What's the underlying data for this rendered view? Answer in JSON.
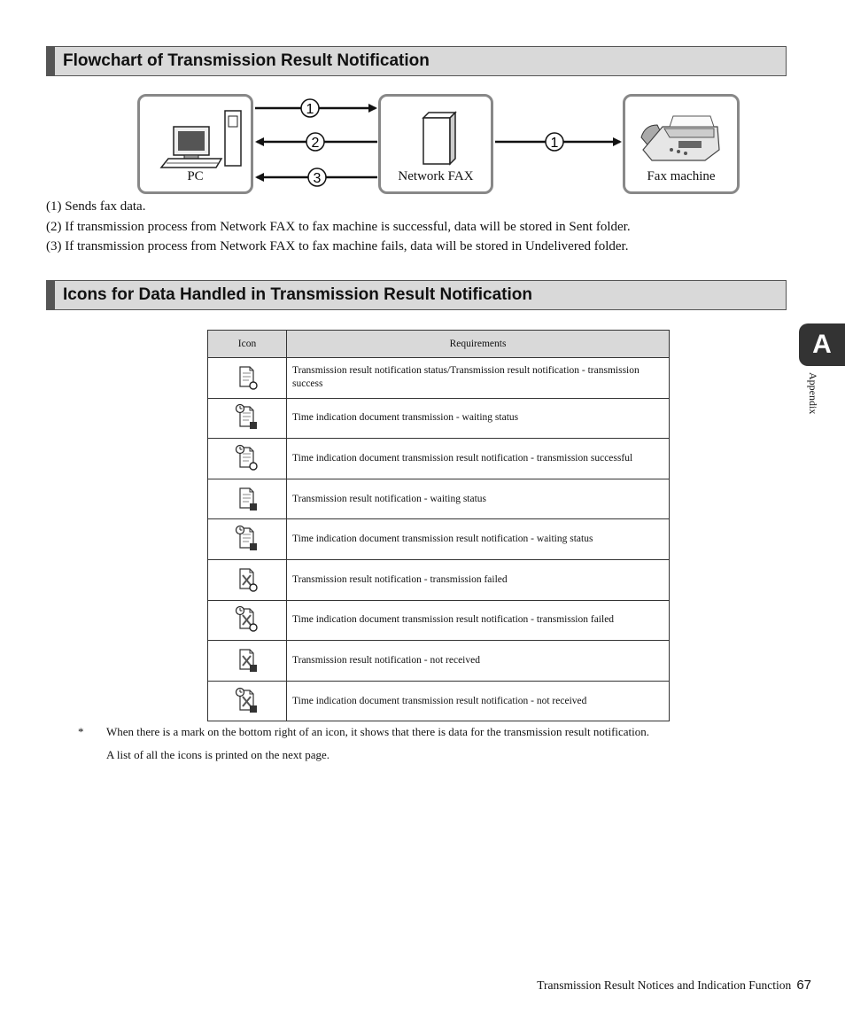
{
  "section1": {
    "title": "Flowchart of Transmission Result Notification"
  },
  "flowchart": {
    "nodes": {
      "pc": "PC",
      "network_fax": "Network FAX",
      "fax_machine": "Fax machine"
    },
    "arrows": {
      "step1": "1",
      "step2": "2",
      "step3": "3",
      "step1b": "1"
    }
  },
  "notes": [
    "(1) Sends fax data.",
    "(2) If transmission process from Network FAX to fax machine is successful, data will be stored in Sent folder.",
    "(3) If transmission process from Network FAX to fax machine fails, data will be stored in Undelivered folder."
  ],
  "section2": {
    "title": "Icons for Data Handled in Transmission Result Notification"
  },
  "table": {
    "headers": {
      "icon": "Icon",
      "requirements": "Requirements"
    },
    "rows": [
      {
        "icon": "doc-success-icon",
        "text": "Transmission result notification status/Transmission result notification - transmission success"
      },
      {
        "icon": "clock-doc-waiting-icon",
        "text": "Time indication document transmission - waiting status"
      },
      {
        "icon": "clock-doc-success-icon",
        "text": "Time indication document transmission result notification - transmission successful"
      },
      {
        "icon": "doc-waiting-icon",
        "text": "Transmission result notification - waiting status"
      },
      {
        "icon": "clock-doc-waiting-result-icon",
        "text": "Time indication document transmission result notification - waiting status"
      },
      {
        "icon": "doc-failed-icon",
        "text": "Transmission result notification - transmission failed"
      },
      {
        "icon": "clock-doc-failed-icon",
        "text": "Time indication document transmission result notification - transmission failed"
      },
      {
        "icon": "doc-not-received-icon",
        "text": "Transmission result notification - not received"
      },
      {
        "icon": "clock-doc-not-received-icon",
        "text": "Time indication document transmission result notification - not received"
      }
    ]
  },
  "footnote": {
    "marker": "*",
    "line1": "When there is a mark on the bottom right of an icon, it shows that there is data for the transmission result notification.",
    "line2": "A list of all the icons is printed on the next page."
  },
  "side_tab": {
    "letter": "A",
    "label": "Appendix"
  },
  "footer": {
    "text": "Transmission Result Notices and Indication Function",
    "page": "67"
  }
}
